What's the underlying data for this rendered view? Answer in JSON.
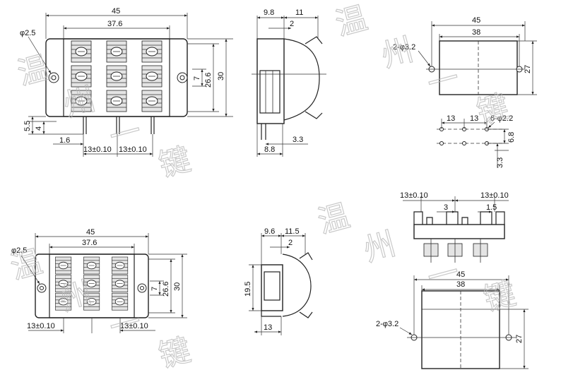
{
  "watermark": {
    "chars": [
      "温",
      "州",
      "一",
      "键"
    ]
  },
  "views": {
    "top_left": {
      "d45": "45",
      "d376": "37.6",
      "dphi": "φ2.5",
      "d7": "7",
      "d266": "26.6",
      "d30": "30",
      "d55": "5.5",
      "d4": "4",
      "d16": "1.6",
      "p1": "13±0.10",
      "p2": "13±0.10"
    },
    "top_mid": {
      "d98": "9.8",
      "d11": "11",
      "d2": "2",
      "d33": "3.3",
      "d88": "8.8"
    },
    "top_right": {
      "d45": "45",
      "d38": "38",
      "holes": "2-φ3.2",
      "d27": "27"
    },
    "mid_right": {
      "d13a": "13",
      "d13b": "13",
      "holes": "6-φ2.2",
      "d68": "6.8",
      "d33": "3.3"
    },
    "bot_left": {
      "d45": "45",
      "d376": "37.6",
      "dphi": "φ2.5",
      "d7": "7",
      "d266": "26.6",
      "d30": "30",
      "p1": "13±0.10",
      "p2": "13±0.10"
    },
    "bot_mid": {
      "d96": "9.6",
      "d115": "11.5",
      "d2": "2",
      "d195": "19.5",
      "d13": "13"
    },
    "bot_right_top": {
      "p1": "13±0.10",
      "p2": "13±0.10",
      "d3": "3",
      "d15": "1.5"
    },
    "bot_right": {
      "d45": "45",
      "d38": "38",
      "holes": "2-φ3.2",
      "d27": "27"
    }
  }
}
